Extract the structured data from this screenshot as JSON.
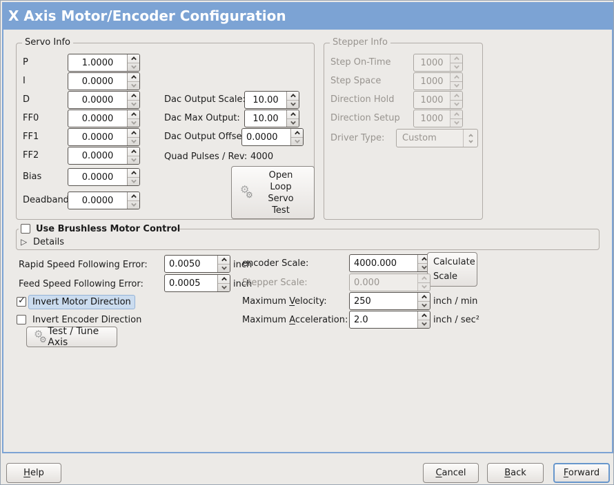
{
  "window": {
    "title": "X Axis Motor/Encoder Configuration"
  },
  "colors": {
    "accent_blue": "#7CA3D4",
    "body_bg": "#ECEAE7",
    "focus_highlight": "#CBDCEF"
  },
  "icons": {
    "expander": "▷",
    "gear": "⚙"
  },
  "servo_info": {
    "legend": "Servo Info",
    "fields": [
      {
        "label": "P",
        "value": "1.0000"
      },
      {
        "label": "I",
        "value": "0.0000"
      },
      {
        "label": "D",
        "value": "0.0000"
      },
      {
        "label": "FF0",
        "value": "0.0000"
      },
      {
        "label": "FF1",
        "value": "0.0000"
      },
      {
        "label": "FF2",
        "value": "0.0000"
      },
      {
        "label": "Bias",
        "value": "0.0000"
      },
      {
        "label": "Deadband",
        "value": "0.0000"
      }
    ]
  },
  "dac": {
    "output_scale": {
      "label": "Dac Output Scale:",
      "value": "10.00"
    },
    "max_output": {
      "label": "Dac Max Output:",
      "value": "10.00"
    },
    "output_offset": {
      "label": "Dac Output Offset:",
      "value": "0.0000"
    },
    "quad_pulses": {
      "label": "Quad Pulses / Rev:",
      "value": "4000"
    },
    "open_loop_button_label": "Open Loop Servo Test"
  },
  "stepper_info": {
    "legend": "Stepper Info",
    "fields": [
      {
        "label": "Step On-Time",
        "value": "1000"
      },
      {
        "label": "Step Space",
        "value": "1000"
      },
      {
        "label": "Direction Hold",
        "value": "1000"
      },
      {
        "label": "Direction Setup",
        "value": "1000"
      }
    ],
    "driver_type": {
      "label": "Driver Type:",
      "value": "Custom"
    }
  },
  "brushless": {
    "checkbox_label": "Use Brushless Motor Control",
    "details_label": "Details"
  },
  "following_errors": {
    "rapid": {
      "label": "Rapid Speed Following Error:",
      "value": "0.0050",
      "unit": "inch"
    },
    "feed": {
      "label": "Feed Speed Following Error:",
      "value": "0.0005",
      "unit": "inch"
    }
  },
  "scaling": {
    "encoder": {
      "label": "encoder Scale:",
      "value": "4000.000"
    },
    "calculate_button_label": "Calculate Scale",
    "stepper": {
      "label": "Stepper Scale:",
      "value": "0.000"
    },
    "velocity": {
      "label_pre": "Maximum ",
      "label_mn": "V",
      "label_post": "elocity:",
      "value": "250",
      "unit": "inch / min"
    },
    "acceleration": {
      "label_pre": "Maximum ",
      "label_mn": "A",
      "label_post": "cceleration:",
      "value": "2.0",
      "unit": "inch / sec²"
    }
  },
  "direction": {
    "invert_motor_label": "Invert Motor Direction",
    "invert_encoder_label": "Invert Encoder Direction",
    "test_tune_button_label": "Test / Tune Axis"
  },
  "footer": {
    "help": {
      "mn": "H",
      "rest": "elp"
    },
    "cancel": {
      "mn": "C",
      "rest": "ancel"
    },
    "back": {
      "mn": "B",
      "rest": "ack"
    },
    "forward": {
      "mn": "F",
      "rest": "orward"
    }
  }
}
